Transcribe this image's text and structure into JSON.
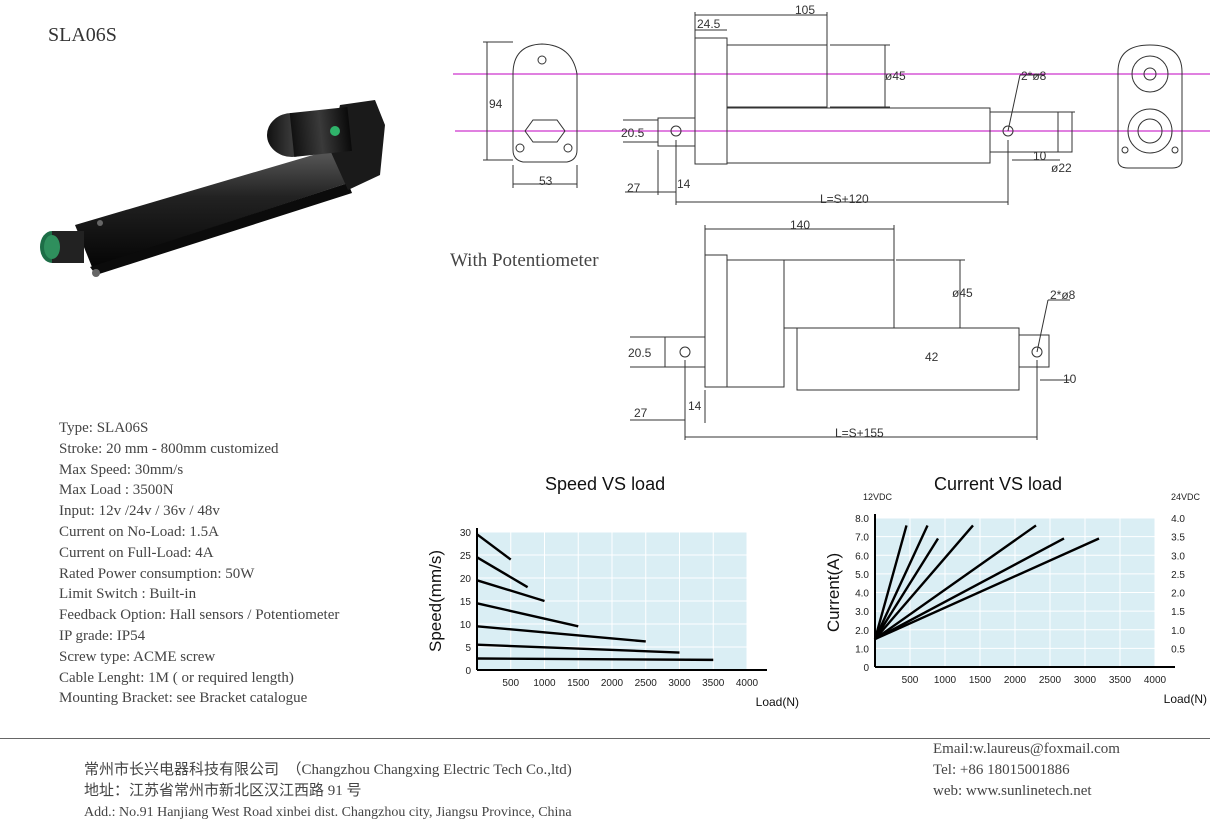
{
  "product": {
    "model": "SLA06S"
  },
  "specs": [
    "Type: SLA06S",
    "Stroke: 20 mm - 800mm  customized",
    "Max Speed:  30mm/s",
    "Max Load :  3500N",
    "Input: 12v /24v / 36v / 48v",
    "Current on No-Load: 1.5A",
    "Current on Full-Load: 4A",
    "Rated Power consumption: 50W",
    "Limit Switch : Built-in",
    "Feedback Option:  Hall sensors / Potentiometer",
    "IP grade: IP54",
    "Screw type: ACME screw",
    "Cable Lenght: 1M ( or required length)",
    "Mounting Bracket: see Bracket catalogue"
  ],
  "drawing_top": {
    "dims": [
      "94",
      "53",
      "24.5",
      "105",
      "ø45",
      "2*ø8",
      "20.5",
      "27",
      "14",
      "10",
      "ø22",
      "L=S+120"
    ]
  },
  "drawing_pot": {
    "label": "With Potentiometer",
    "dims": [
      "140",
      "ø45",
      "2*ø8",
      "20.5",
      "42",
      "27",
      "14",
      "10",
      "L=S+155"
    ]
  },
  "chart_data": [
    {
      "type": "line",
      "title": "Speed VS load",
      "xlabel": "Load(N)",
      "ylabel": "Speed(mm/s)",
      "xlim": [
        0,
        4000
      ],
      "ylim": [
        0,
        30
      ],
      "xticks": [
        "500",
        "1000",
        "1500",
        "2000",
        "2500",
        "3000",
        "3500",
        "4000"
      ],
      "yticks": [
        "0",
        "5",
        "10",
        "15",
        "20",
        "25",
        "30"
      ],
      "series": [
        {
          "x": [
            0,
            500
          ],
          "y": [
            29.5,
            24
          ]
        },
        {
          "x": [
            0,
            750
          ],
          "y": [
            24.5,
            18
          ]
        },
        {
          "x": [
            0,
            1000
          ],
          "y": [
            19.5,
            15
          ]
        },
        {
          "x": [
            0,
            1500
          ],
          "y": [
            14.5,
            9.5
          ]
        },
        {
          "x": [
            0,
            2500
          ],
          "y": [
            9.5,
            6.2
          ]
        },
        {
          "x": [
            0,
            3000
          ],
          "y": [
            5.5,
            3.8
          ]
        },
        {
          "x": [
            0,
            3500
          ],
          "y": [
            2.5,
            2.2
          ]
        }
      ]
    },
    {
      "type": "line",
      "title": "Current VS load",
      "xlabel": "Load(N)",
      "ylabel": "Current(A)",
      "left_axis_unit": "12VDC",
      "right_axis_unit": "24VDC",
      "xlim": [
        0,
        4000
      ],
      "ylim": [
        0,
        8
      ],
      "y2lim": [
        0,
        4
      ],
      "xticks": [
        "500",
        "1000",
        "1500",
        "2000",
        "2500",
        "3000",
        "3500",
        "4000"
      ],
      "yticks": [
        "0",
        "1.0",
        "2.0",
        "3.0",
        "4.0",
        "5.0",
        "6.0",
        "7.0",
        "8.0"
      ],
      "y2ticks": [
        "0.5",
        "1.0",
        "1.5",
        "2.0",
        "2.5",
        "3.0",
        "3.5",
        "4.0"
      ],
      "series": [
        {
          "x": [
            0,
            450
          ],
          "y": [
            1.5,
            7.6
          ]
        },
        {
          "x": [
            0,
            750
          ],
          "y": [
            1.5,
            7.6
          ]
        },
        {
          "x": [
            0,
            900
          ],
          "y": [
            1.5,
            6.9
          ]
        },
        {
          "x": [
            0,
            1400
          ],
          "y": [
            1.5,
            7.6
          ]
        },
        {
          "x": [
            0,
            2300
          ],
          "y": [
            1.5,
            7.6
          ]
        },
        {
          "x": [
            0,
            2700
          ],
          "y": [
            1.5,
            6.9
          ]
        },
        {
          "x": [
            0,
            3200
          ],
          "y": [
            1.5,
            6.9
          ]
        }
      ]
    }
  ],
  "footer": {
    "company_cn": "常州市长兴电器科技有限公司",
    "company_en": "（Changzhou Changxing Electric Tech Co.,ltd)",
    "address_cn": "地址：江苏省常州市新北区汉江西路 91 号",
    "address_en": "Add.: No.91 Hanjiang West Road xinbei dist. Changzhou city, Jiangsu Province, China",
    "email": "Email:w.laureus@foxmail.com",
    "tel": "Tel: +86 18015001886",
    "web": "web:  www.sunlinetech.net"
  }
}
